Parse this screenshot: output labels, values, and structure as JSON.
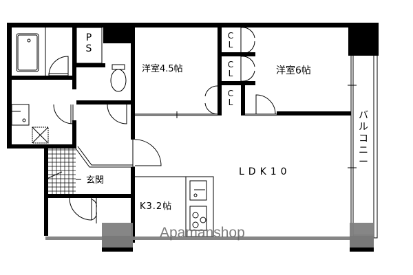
{
  "floorplan": {
    "rooms": {
      "western_room_1": "洋室4.5帖",
      "western_room_2": "洋室6帖",
      "ldk": "LDK10",
      "kitchen": "K3.2帖",
      "entrance": "玄関",
      "balcony": "バルコニー"
    },
    "closets": [
      {
        "label": "C\nL"
      },
      {
        "label": "C\nL"
      },
      {
        "label": "C\nL"
      }
    ],
    "ps_label": "P\nS",
    "balcony_chars": [
      "バ",
      "ル",
      "コ",
      "ニ",
      "ー"
    ],
    "closet_chars": [
      "C",
      "L"
    ],
    "ps_chars": [
      "P",
      "S"
    ]
  },
  "watermark": {
    "text": "Apamanshop"
  },
  "colors": {
    "wall": "#000000",
    "background": "#ffffff",
    "watermark": "#808080"
  }
}
